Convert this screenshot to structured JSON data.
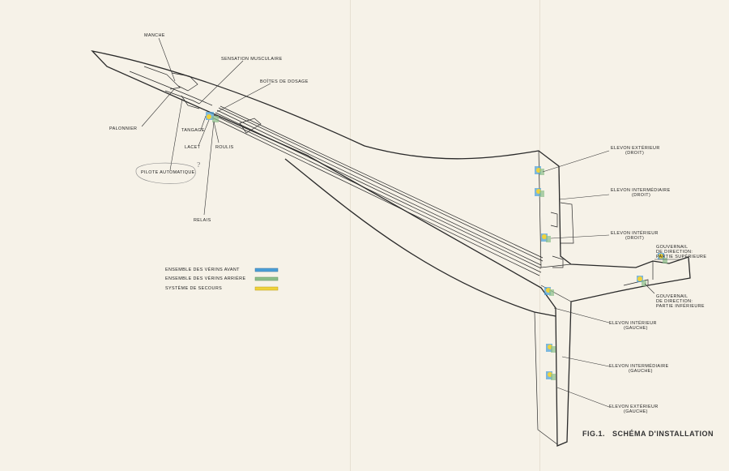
{
  "labels": {
    "manche": "MANCHE",
    "sensation": "SENSATION MUSCULAIRE",
    "boites": "BOÎTES DE DOSAGE",
    "palonnier": "PALONNIER",
    "tangage": "TANGAGE",
    "lacet": "LACET",
    "roulis": "ROULIS",
    "pilote": "PILOTE AUTOMATIQUE",
    "pilote_mark": "?",
    "relais": "RELAIS",
    "ext_droit_1": "ELEVON EXTÉRIEUR",
    "ext_droit_2": "(DROIT)",
    "int_droit_1": "ELEVON INTERMÉDIAIRE",
    "int_droit_2": "(DROIT)",
    "inter_droit_1": "ELEVON INTÉRIEUR",
    "inter_droit_2": "(DROIT)",
    "gouv_sup_1": "GOUVERNAIL",
    "gouv_sup_2": "DE DIRECTION:",
    "gouv_sup_3": "PARTIE SUPÉRIEURE",
    "gouv_inf_1": "GOUVERNAIL",
    "gouv_inf_2": "DE DIRECTION:",
    "gouv_inf_3": "PARTIE INFÉRIEURE",
    "inter_gauche_1": "ELEVON INTÉRIEUR",
    "inter_gauche_2": "(GAUCHE)",
    "int_gauche_1": "ELEVON INTERMÉDIAIRE",
    "int_gauche_2": "(GAUCHE)",
    "ext_gauche_1": "ELEVON EXTÉRIEUR",
    "ext_gauche_2": "(GAUCHE)"
  },
  "legend": [
    {
      "label": "ENSEMBLE DES VÉRINS AVANT",
      "color": "#4a9fd8"
    },
    {
      "label": "ENSEMBLE DES VÉRINS ARRIÈRE",
      "color": "#8cbf8a"
    },
    {
      "label": "SYSTÈME DE SECOURS",
      "color": "#f0d23a"
    }
  ],
  "caption": "FIG.1.   SCHÉMA D'INSTALLATION"
}
